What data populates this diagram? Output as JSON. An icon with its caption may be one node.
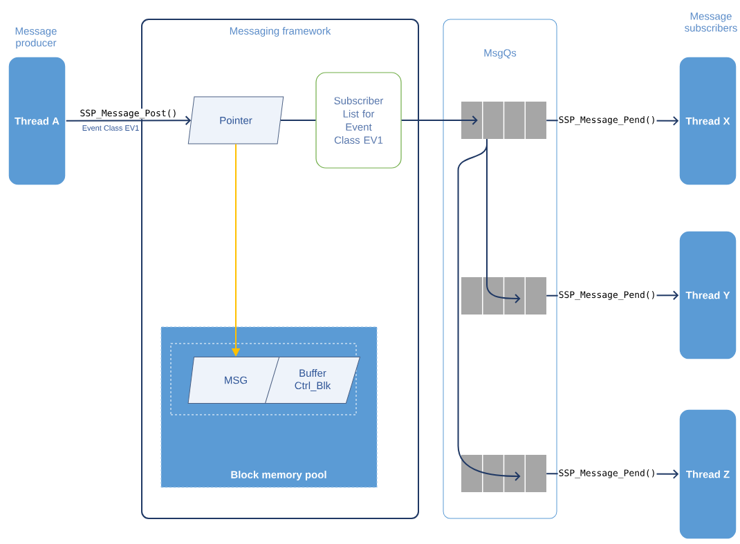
{
  "diagram": {
    "nodes": [
      {
        "text": [
          "Thread A"
        ],
        "beside": [
          "Message producer"
        ]
      },
      {
        "text": [
          "Messaging framework"
        ]
      },
      {
        "text": [
          "Pointer"
        ],
        "in": 1
      },
      {
        "text": [
          "Subscriber List for Event Class EV1"
        ],
        "in": 1
      },
      {
        "text": [
          "Block memory pool"
        ],
        "in": 1
      },
      {
        "text": [],
        "shape": "box",
        "in": 4
      },
      {
        "text": [
          "MSG"
        ],
        "in": 5
      },
      {
        "text": [
          "Buffer Ctrl_Blk"
        ],
        "in": 5
      },
      {
        "text": [
          "MsgQs"
        ]
      },
      {
        "text": [],
        "shape": "bar",
        "in": 8
      },
      {
        "text": [],
        "shape": "bar",
        "in": 8
      },
      {
        "text": [],
        "shape": "bar",
        "in": 8
      },
      {
        "text": [
          "Thread X"
        ],
        "beside": [
          "Message subscribers"
        ]
      },
      {
        "text": [
          "Thread Y"
        ]
      },
      {
        "text": [
          "Thread Z"
        ]
      }
    ],
    "edges": [
      {
        "from": 0,
        "to": 2,
        "arrow": "to",
        "label": "SSP_Message_Post()"
      },
      {
        "from": 2,
        "to": 3,
        "arrow": "none"
      },
      {
        "from": 3,
        "to": 9,
        "arrow": "to"
      },
      {
        "from": 9,
        "to": 10,
        "arrow": "to"
      },
      {
        "from": 9,
        "to": 11,
        "arrow": "to"
      },
      {
        "from": 2,
        "to": 6,
        "arrow": "to",
        "color": "#ffc000"
      },
      {
        "from": 9,
        "to": 12,
        "arrow": "to",
        "label": "SSP_Message_Pend()"
      },
      {
        "from": 10,
        "to": 13,
        "arrow": "to",
        "label": "SSP_Message_Pend()"
      },
      {
        "from": 11,
        "to": 14,
        "arrow": "to",
        "label": "SSP_Message_Pend()"
      }
    ],
    "labels": [
      "Event Class EV1"
    ]
  }
}
